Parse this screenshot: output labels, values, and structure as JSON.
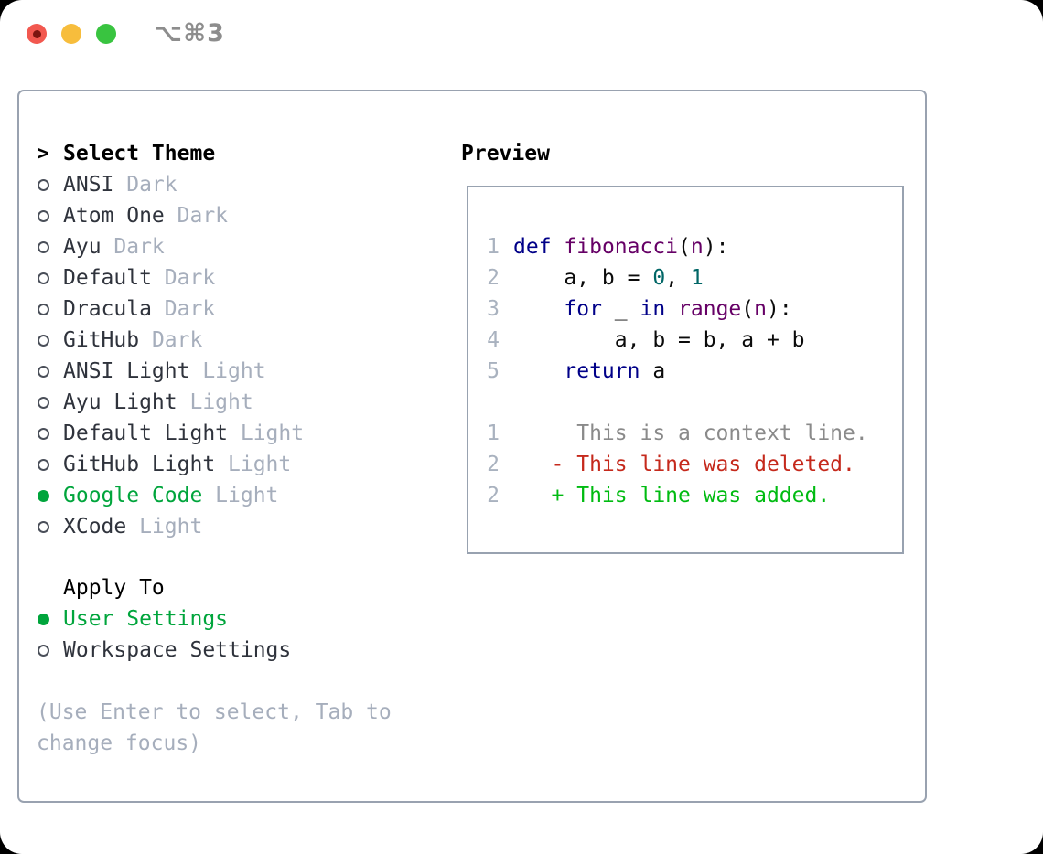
{
  "titlebar": {
    "title": "⌥⌘3",
    "traffic_lights": [
      "close-button",
      "minimize-button",
      "zoom-button"
    ]
  },
  "theme_list": {
    "cursor": ">",
    "header": "Select Theme",
    "items": [
      {
        "name": "ANSI",
        "tag": "Dark",
        "selected": false
      },
      {
        "name": "Atom One",
        "tag": "Dark",
        "selected": false
      },
      {
        "name": "Ayu",
        "tag": "Dark",
        "selected": false
      },
      {
        "name": "Default",
        "tag": "Dark",
        "selected": false
      },
      {
        "name": "Dracula",
        "tag": "Dark",
        "selected": false
      },
      {
        "name": "GitHub",
        "tag": "Dark",
        "selected": false
      },
      {
        "name": "ANSI Light",
        "tag": "Light",
        "selected": false
      },
      {
        "name": "Ayu Light",
        "tag": "Light",
        "selected": false
      },
      {
        "name": "Default Light",
        "tag": "Light",
        "selected": false
      },
      {
        "name": "GitHub Light",
        "tag": "Light",
        "selected": false
      },
      {
        "name": "Google Code",
        "tag": "Light",
        "selected": true
      },
      {
        "name": "XCode",
        "tag": "Light",
        "selected": false
      }
    ]
  },
  "apply_to": {
    "header": "Apply To",
    "options": [
      {
        "name": "User Settings",
        "selected": true
      },
      {
        "name": "Workspace Settings",
        "selected": false
      }
    ]
  },
  "hint": {
    "lines": [
      "(Use Enter to select, Tab to",
      "change focus)"
    ]
  },
  "preview": {
    "header": "Preview",
    "code_lines": [
      {
        "num": "1",
        "tokens": [
          {
            "c": "kw",
            "t": "def"
          },
          {
            "c": "pl",
            "t": " "
          },
          {
            "c": "ti",
            "t": "fibonacci"
          },
          {
            "c": "pl",
            "t": "("
          },
          {
            "c": "ti",
            "t": "n"
          },
          {
            "c": "pl",
            "t": "):"
          }
        ]
      },
      {
        "num": "2",
        "tokens": [
          {
            "c": "pl",
            "t": "    a, b = "
          },
          {
            "c": "nu",
            "t": "0"
          },
          {
            "c": "pl",
            "t": ", "
          },
          {
            "c": "nu",
            "t": "1"
          }
        ]
      },
      {
        "num": "3",
        "tokens": [
          {
            "c": "pl",
            "t": "    "
          },
          {
            "c": "kw",
            "t": "for"
          },
          {
            "c": "pl",
            "t": " _ "
          },
          {
            "c": "kw",
            "t": "in"
          },
          {
            "c": "pl",
            "t": " "
          },
          {
            "c": "ti",
            "t": "range"
          },
          {
            "c": "pl",
            "t": "("
          },
          {
            "c": "ti",
            "t": "n"
          },
          {
            "c": "pl",
            "t": "):"
          }
        ]
      },
      {
        "num": "4",
        "tokens": [
          {
            "c": "pl",
            "t": "        a, b = b, a + b"
          }
        ]
      },
      {
        "num": "5",
        "tokens": [
          {
            "c": "pl",
            "t": "    "
          },
          {
            "c": "kw",
            "t": "return"
          },
          {
            "c": "pl",
            "t": " a"
          }
        ]
      }
    ],
    "diff_lines": [
      {
        "num": "1",
        "kind": "context",
        "text": "     This is a context line."
      },
      {
        "num": "2",
        "kind": "deleted",
        "text": "   - This line was deleted."
      },
      {
        "num": "2",
        "kind": "added",
        "text": "   + This line was added."
      }
    ]
  },
  "colors": {
    "selected_green": "#00A53C",
    "keyword": "#000088",
    "title_token": "#660066",
    "number_token": "#006666",
    "diff_context": "#8A8A8A",
    "diff_deleted": "#C5291C",
    "diff_added": "#00BB11",
    "muted": "#A6AEBC"
  }
}
